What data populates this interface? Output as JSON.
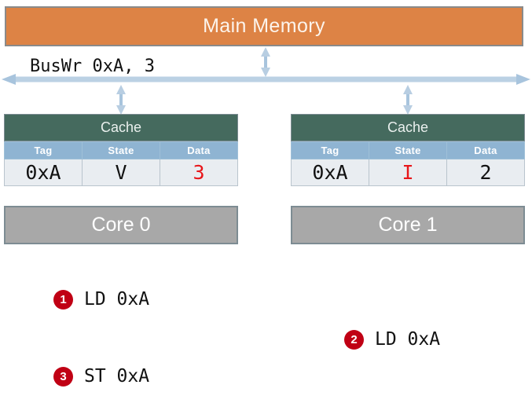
{
  "diagram": {
    "memory": {
      "label": "Main Memory",
      "color": "#DD8345"
    },
    "bus": {
      "label": "BusWr 0xA, 3",
      "color": "#A8C4DD"
    },
    "caches": [
      {
        "title": "Cache",
        "columns": [
          "Tag",
          "State",
          "Data"
        ],
        "row": {
          "tag": "0xA",
          "state": "V",
          "data": "3"
        },
        "state_color": "#111111",
        "data_color": "#E8161A",
        "core": "Core 0"
      },
      {
        "title": "Cache",
        "columns": [
          "Tag",
          "State",
          "Data"
        ],
        "row": {
          "tag": "0xA",
          "state": "I",
          "data": "2"
        },
        "state_color": "#E8161A",
        "data_color": "#111111",
        "core": "Core 1"
      }
    ],
    "instructions": [
      {
        "num": "1",
        "text": "LD 0xA"
      },
      {
        "num": "2",
        "text": "LD 0xA"
      },
      {
        "num": "3",
        "text": "ST 0xA"
      }
    ],
    "colors": {
      "badge": "#C00014",
      "cache_header": "#456A5E",
      "column_header": "#8FB4D2",
      "core": "#A8A8A8"
    }
  }
}
